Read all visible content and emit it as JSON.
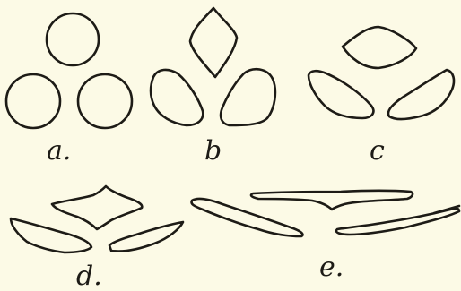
{
  "figure": {
    "panels": [
      {
        "id": "a",
        "label": "a."
      },
      {
        "id": "b",
        "label": "b"
      },
      {
        "id": "c",
        "label": "c"
      },
      {
        "id": "d",
        "label": "d."
      },
      {
        "id": "e",
        "label": "e."
      }
    ]
  },
  "colors": {
    "background": "#fcfae6",
    "ink": "#1d1b16"
  }
}
